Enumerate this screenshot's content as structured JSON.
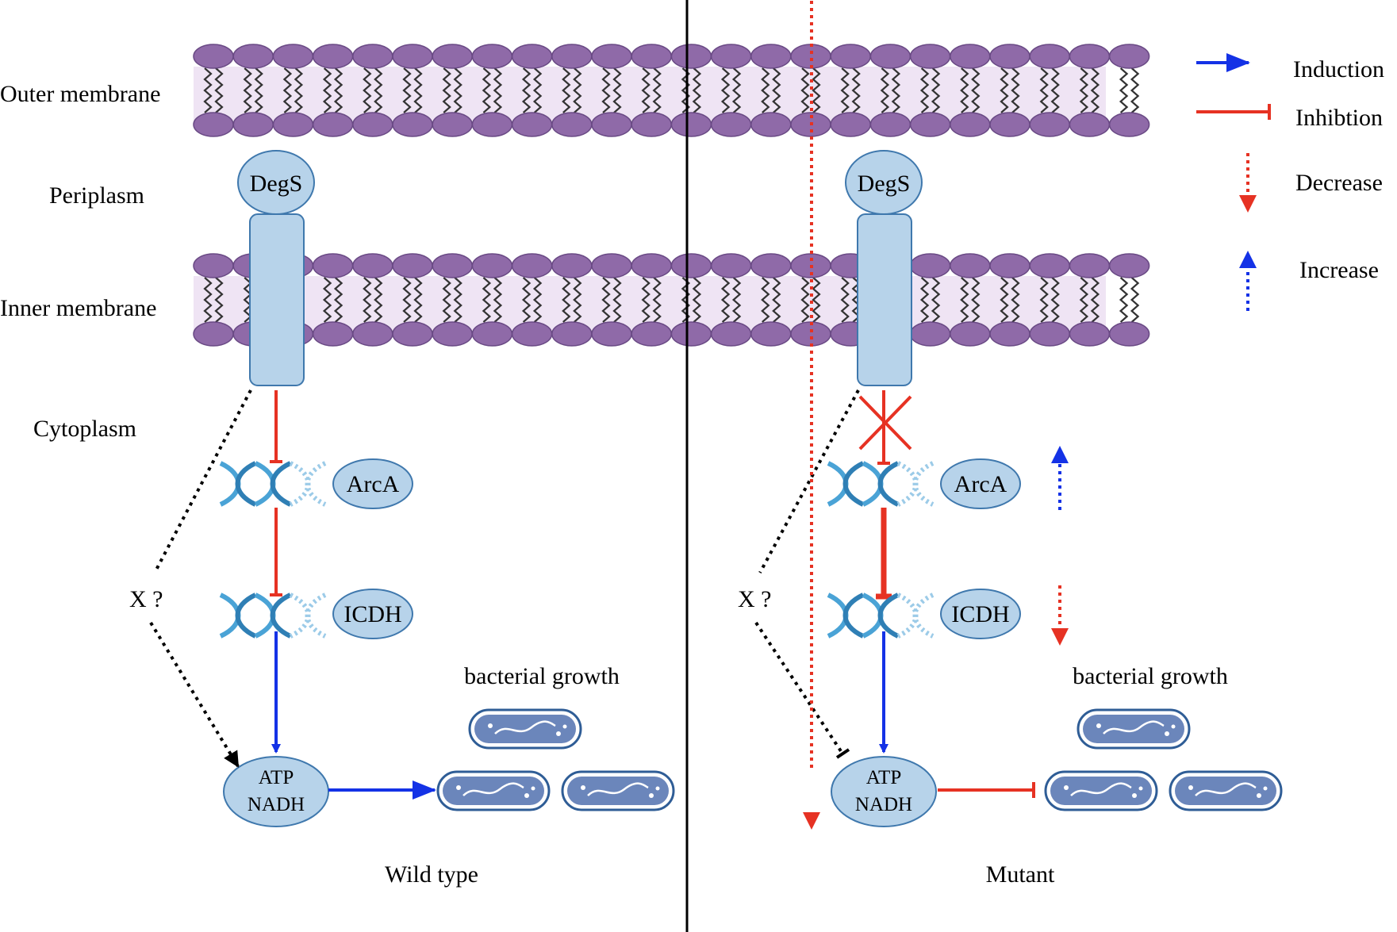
{
  "labels": {
    "outer_membrane": "Outer membrane",
    "periplasm": "Periplasm",
    "inner_membrane": "Inner membrane",
    "cytoplasm": "Cytoplasm"
  },
  "legend": {
    "induction": "Induction",
    "inhibition": "Inhibtion",
    "decrease": "Decrease",
    "increase": "Increase"
  },
  "wild_type": {
    "caption": "Wild type",
    "degs": "DegS",
    "arca": "ArcA",
    "icdh": "ICDH",
    "atp": "ATP",
    "nadh": "NADH",
    "unknown": "X ?",
    "growth": "bacterial growth"
  },
  "mutant": {
    "caption": "Mutant",
    "degs": "DegS",
    "arca": "ArcA",
    "icdh": "ICDH",
    "atp": "ATP",
    "nadh": "NADH",
    "unknown": "X ?",
    "growth": "bacterial growth"
  },
  "colors": {
    "induction": "#1432e6",
    "inhibition": "#e63223",
    "lipid": "#8f6aa8",
    "lipid_band": "#efe4f4",
    "protein": "#b7d3ea",
    "bacterium": "#6b86bb",
    "dna": "#4aa3d6"
  }
}
